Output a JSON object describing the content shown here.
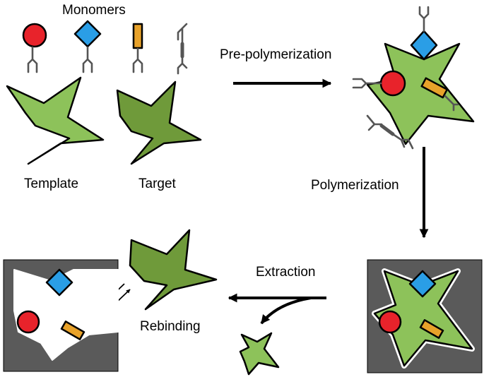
{
  "labels": {
    "monomers": "Monomers",
    "template": "Template",
    "target": "Target",
    "pre_polymerization": "Pre-polymerization",
    "polymerization": "Polymerization",
    "extraction": "Extraction",
    "rebinding": "Rebinding"
  },
  "colors": {
    "template_fill": "#8dc25a",
    "target_fill": "#6f9a3a",
    "red_monomer": "#e8232b",
    "blue_monomer": "#2a9ee6",
    "orange_monomer": "#e8a22a",
    "polymer_gray": "#5a5a5a",
    "leg_gray": "#555555"
  }
}
